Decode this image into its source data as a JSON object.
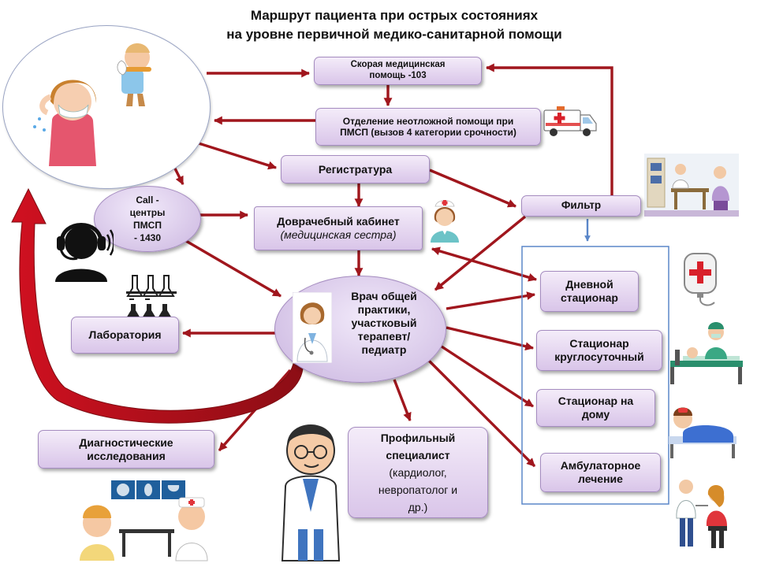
{
  "title": {
    "line1": "Маршрут пациента при острых состояниях",
    "line2": "на уровне первичной медико-санитарной помощи"
  },
  "nodes": {
    "ambulance": {
      "line1": "Скорая медицинская",
      "line2": "помощь -103"
    },
    "emergency": {
      "line1": "Отделение неотложной помощи при",
      "line2": "ПМСП (вызов 4 категории срочности)"
    },
    "registry": {
      "label": "Регистратура"
    },
    "filter": {
      "label": "Фильтр"
    },
    "callcenter": {
      "line1": "Call -",
      "line2": "центры",
      "line3": "ПМСП",
      "line4": "- 1430"
    },
    "prenurse": {
      "line1": "Доврачебный кабинет",
      "line2": "(медицинская сестра)"
    },
    "doctor": {
      "line1": "Врач общей",
      "line2": "практики,",
      "line3": "участковый",
      "line4": "терапевт/",
      "line5": "педиатр"
    },
    "laboratory": {
      "label": "Лаборатория"
    },
    "diagnostics": {
      "line1": "Диагностические",
      "line2": "исследования"
    },
    "specialist": {
      "line1": "Профильный",
      "line2": "специалист",
      "line3": "(кардиолог,",
      "line4": "невропатолог и",
      "line5": "др.)"
    },
    "day_hospital": {
      "line1": "Дневной",
      "line2": "стационар"
    },
    "round_hospital": {
      "line1": "Стационар",
      "line2": "круглосуточный"
    },
    "home_hospital": {
      "line1": "Стационар на",
      "line2": "дому"
    },
    "outpatient": {
      "line1": "Амбулаторное",
      "line2": "лечение"
    }
  },
  "colors": {
    "arrow": "#a0161d",
    "filter_arrow": "#5b87c9",
    "frame": "#5b87c9",
    "box_border": "#a58cc0",
    "cross": "#d8202a"
  },
  "icons": [
    "sick-people-icon",
    "headset-operator-icon",
    "nurse-icon",
    "doctor-icon",
    "flasks-icon",
    "ambulance-icon",
    "doctor-consultation-icon",
    "diagnostics-scene-icon",
    "specialist-doctor-icon",
    "iv-drip-icon",
    "hospital-bed-icon",
    "home-patient-icon",
    "outpatient-exam-icon"
  ]
}
